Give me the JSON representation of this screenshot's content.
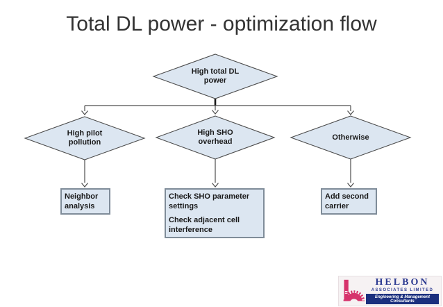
{
  "slide": {
    "title": "Total DL power - optimization flow",
    "title_color": "#333333",
    "background": "#ffffff"
  },
  "flowchart": {
    "shape_fill": "#dce6f1",
    "shape_border": "#4d4d4d",
    "connector_color": "#4d4d4d",
    "decisions": {
      "root": "High total DL power",
      "left": "High pilot pollution",
      "middle": "High SHO overhead",
      "right": "Otherwise"
    },
    "actions": {
      "left": "Neighbor analysis",
      "middle": [
        "Check SHO parameter settings",
        "Check adjacent cell interference"
      ],
      "right": "Add second carrier"
    }
  },
  "logo": {
    "company": "HELBON",
    "subtitle": "ASSOCIATES LIMITED",
    "tagline": "Engineering & Management Consultants",
    "brand_pink": "#d6336c",
    "brand_blue": "#2b3990"
  }
}
